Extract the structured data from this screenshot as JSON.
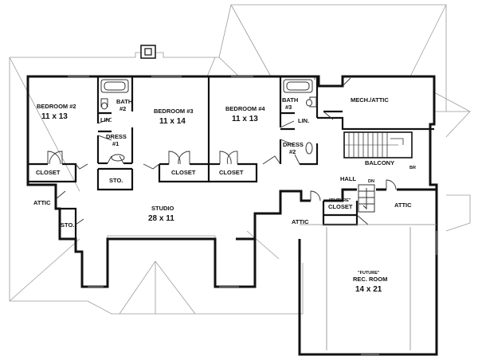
{
  "rooms": {
    "bedroom2": {
      "name": "BEDROOM #2",
      "size": "11 x 13"
    },
    "bedroom3": {
      "name": "BEDROOM #3",
      "size": "11 x 14"
    },
    "bedroom4": {
      "name": "BEDROOM #4",
      "size": "11 x 13"
    },
    "bath2": {
      "line1": "BATH",
      "line2": "#2"
    },
    "bath3": {
      "line1": "BATH",
      "line2": "#3"
    },
    "dress1": {
      "line1": "DRESS",
      "line2": "#1"
    },
    "dress2": {
      "line1": "DRESS",
      "line2": "#2"
    },
    "lin1": "LIN.",
    "lin2": "LIN.",
    "mech_attic": "MECH./ATTIC",
    "balcony": "BALCONY",
    "hall": "HALL",
    "studio": {
      "name": "STUDIO",
      "size": "28 x 11"
    },
    "closet1": "CLOSET",
    "closet2": "CLOSET",
    "closet3": "CLOSET",
    "future_closet": {
      "line1": "\"FUTURE\"",
      "line2": "CLOSET"
    },
    "sto1": "STO.",
    "sto2": "STO.",
    "attic_left": "ATTIC",
    "attic_mid": "ATTIC",
    "attic_right": "ATTIC",
    "rec_room": {
      "line1": "\"FUTURE\"",
      "line2": "REC. ROOM",
      "size": "14 x 21"
    },
    "stair_dn": "DN",
    "stair_br": "BR"
  }
}
